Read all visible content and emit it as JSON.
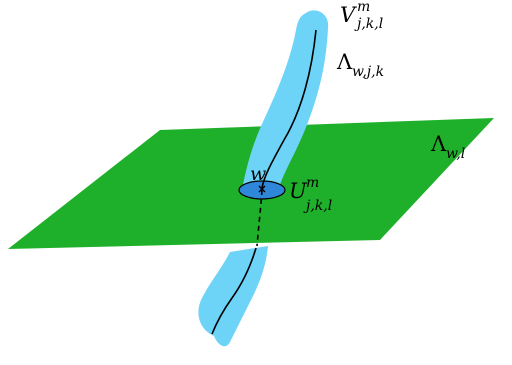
{
  "labels": {
    "v_base": "V",
    "v_sup": "m",
    "v_sub": "j,k,l",
    "lambda_tube_base": "Λ",
    "lambda_tube_sub": "w,j,k",
    "lambda_plane_base": "Λ",
    "lambda_plane_sub": "w,l",
    "w_point": "w",
    "u_base": "U",
    "u_sup": "m",
    "u_sub": "j,k,l"
  },
  "colors": {
    "plane_fill": "#1fb02b",
    "tube_fill": "#6dd3f7",
    "disk_fill": "#2e87d8",
    "curve": "#000000"
  }
}
